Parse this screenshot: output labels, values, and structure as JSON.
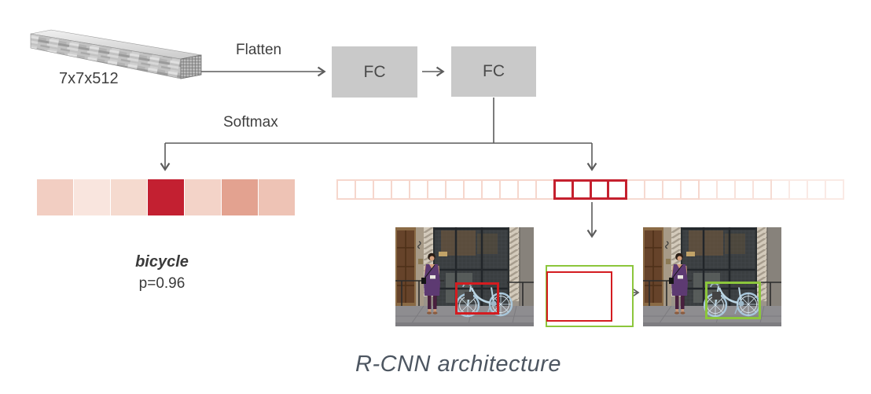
{
  "diagram": {
    "feature_map": {
      "label": "7x7x512"
    },
    "flatten_label": "Flatten",
    "softmax_label": "Softmax",
    "fc_boxes": [
      {
        "label": "FC"
      },
      {
        "label": "FC"
      }
    ],
    "prediction": {
      "class_label": "bicycle",
      "probability_label": "p=0.96"
    },
    "caption": "R-CNN architecture"
  },
  "class_scores": {
    "description": "softmax class-score strip, one cell per class, darker = higher score",
    "cells": [
      "#f2cec2",
      "#f9e5de",
      "#f5dacf",
      "#c32031",
      "#f3d3c8",
      "#e3a290",
      "#eec3b5"
    ],
    "highlighted_index": 3
  },
  "bbox_vector": {
    "description": "bounding-box regression output vector, 4 values per class",
    "group_count": 7,
    "cells_per_group": 4,
    "highlighted_group_index": 3,
    "group_opacities": [
      1,
      1,
      1,
      1,
      0.9,
      0.7,
      0.5
    ]
  },
  "colors": {
    "arrow": "#5c5c5c",
    "fc-fill": "#c9c9c9",
    "fc-text": "#4a4a4a",
    "text": "#3f3f3f",
    "red": "#d41c20",
    "strip-red": "#c5202e",
    "green": "#8cc63c",
    "pink-border": "#f6d7cd",
    "caption": "#4d5661"
  }
}
